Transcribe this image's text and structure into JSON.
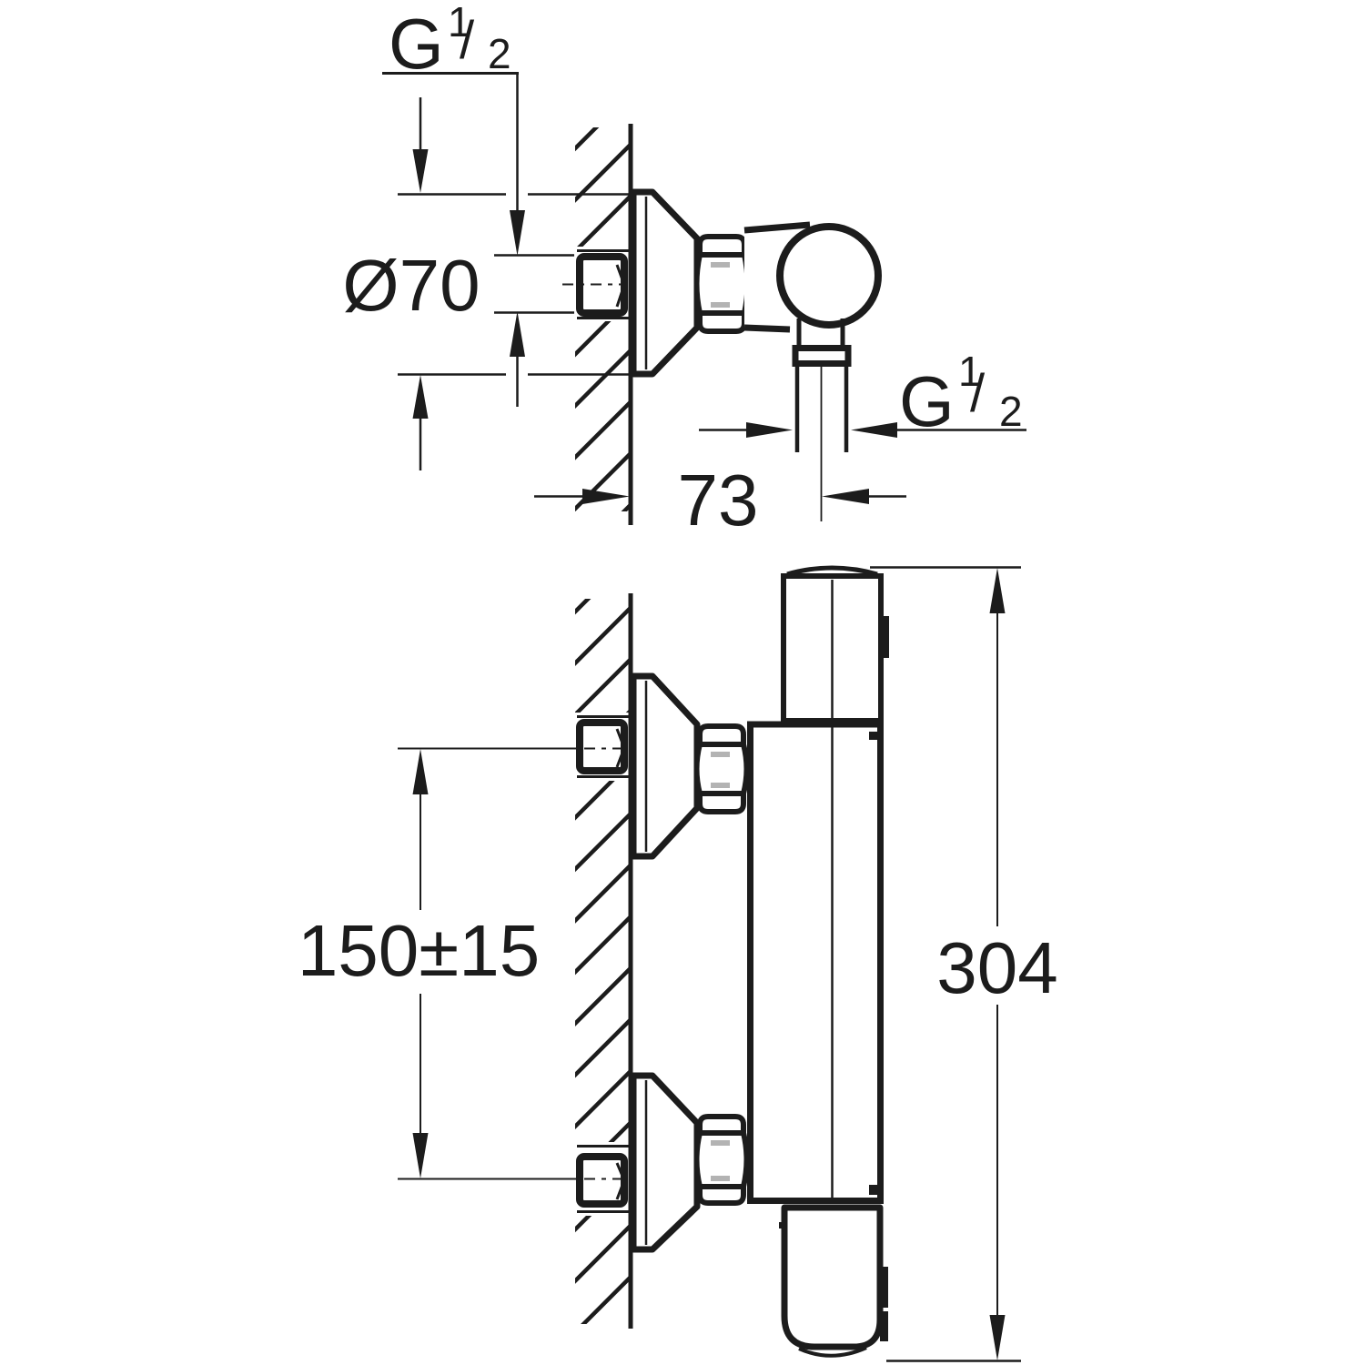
{
  "labels": {
    "thread_wall": {
      "base": "G",
      "numerator": "1",
      "slash": "/",
      "denominator": "2"
    },
    "thread_outlet": {
      "base": "G",
      "numerator": "1",
      "slash": "/",
      "denominator": "2"
    },
    "flange_diameter": "Ø70",
    "wall_to_outlet": "73",
    "connection_spacing": "150±15",
    "overall_height": "304"
  },
  "colors": {
    "line": "#1c1c1c",
    "background": "#ffffff",
    "thread_highlight": "#b3b3b3"
  }
}
